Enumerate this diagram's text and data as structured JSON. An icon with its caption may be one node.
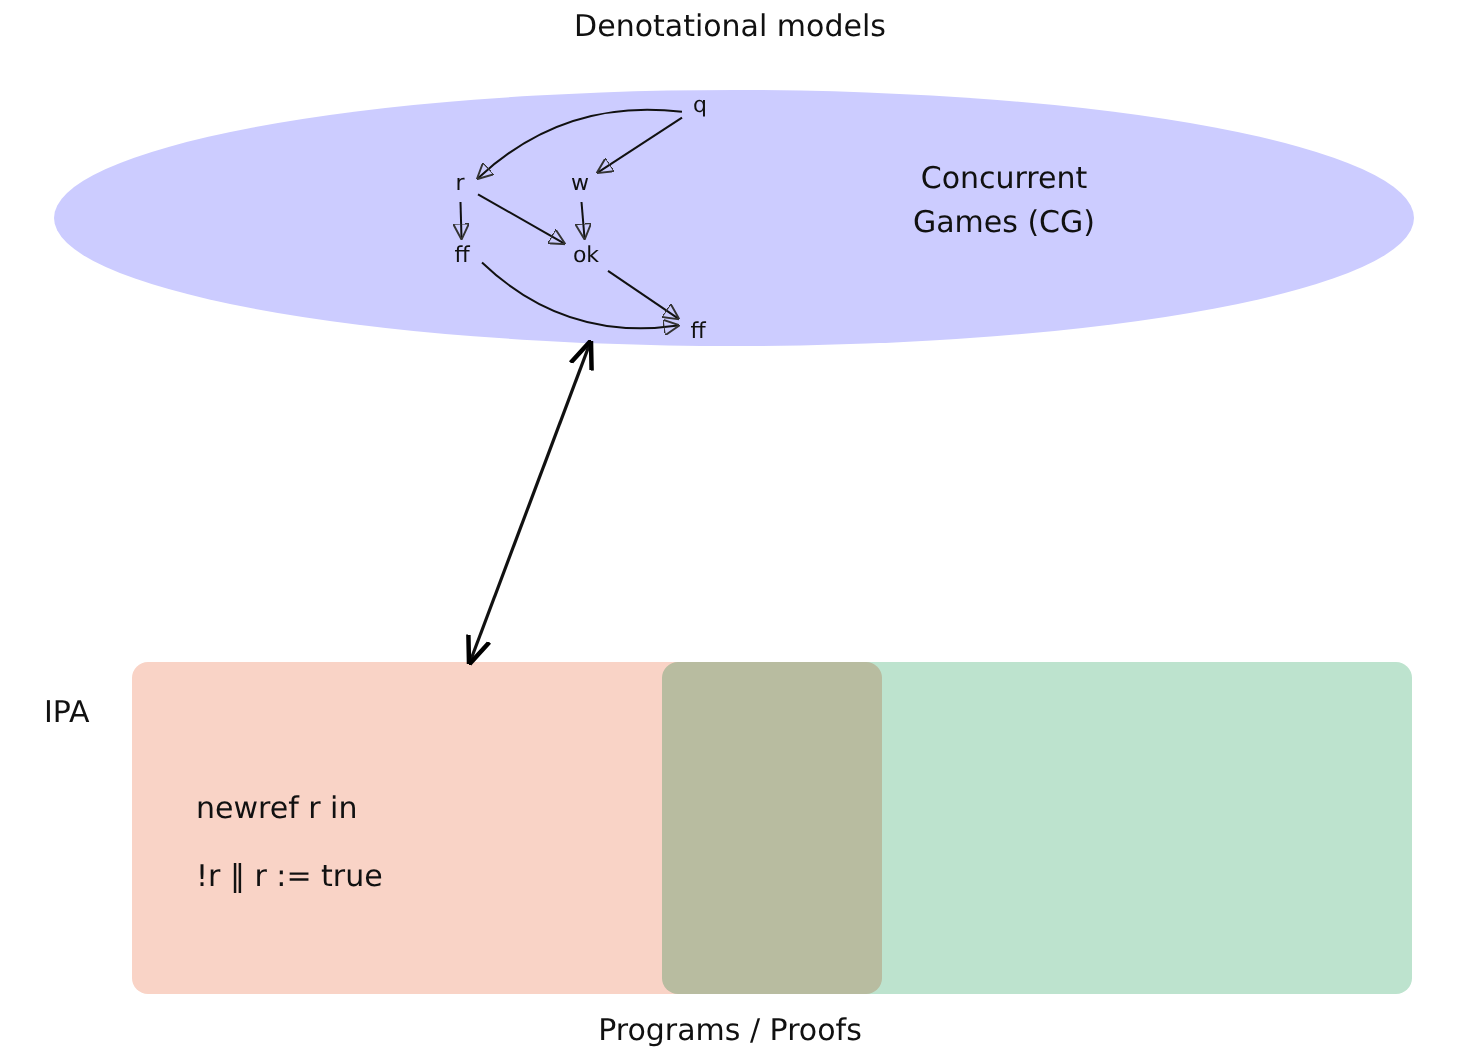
{
  "diagram": {
    "nodes": [
      {
        "text": [
          "Concurrent Games (CG)"
        ]
      },
      {
        "text": [
          "q"
        ],
        "in": 0
      },
      {
        "text": [
          "r"
        ],
        "in": 0
      },
      {
        "text": [
          "w"
        ],
        "in": 0
      },
      {
        "text": [
          "ff"
        ],
        "in": 0
      },
      {
        "text": [
          "ok"
        ],
        "in": 0
      },
      {
        "text": [
          "ff"
        ],
        "in": 0
      },
      {
        "text": [
          "IPA",
          "newref r in !r ‖ r := true"
        ]
      },
      {
        "text": [],
        "shape": "box"
      }
    ],
    "edges": [
      {
        "from": 1,
        "to": 2,
        "arrow": "to"
      },
      {
        "from": 1,
        "to": 3,
        "arrow": "to"
      },
      {
        "from": 2,
        "to": 4,
        "arrow": "to"
      },
      {
        "from": 2,
        "to": 5,
        "arrow": "to"
      },
      {
        "from": 3,
        "to": 5,
        "arrow": "to"
      },
      {
        "from": 4,
        "to": 6,
        "arrow": "to"
      },
      {
        "from": 5,
        "to": 6,
        "arrow": "to"
      },
      {
        "from": 7,
        "to": 0,
        "arrow": "both"
      }
    ],
    "labels": [
      "Denotational models",
      "Programs / Proofs"
    ]
  }
}
